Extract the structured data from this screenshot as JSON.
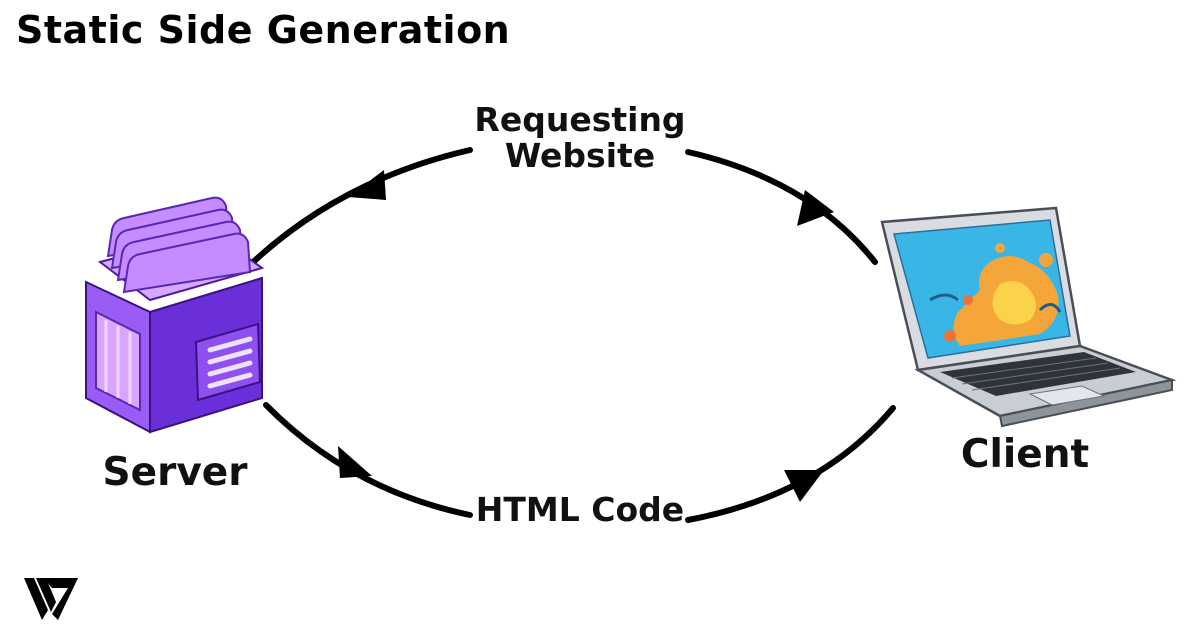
{
  "title": "Static Side Generation",
  "nodes": {
    "server": {
      "label": "Server",
      "icon": "server-box-icon"
    },
    "client": {
      "label": "Client",
      "icon": "laptop-icon"
    }
  },
  "edges": {
    "request": {
      "line1": "Requesting",
      "line2": "Website"
    },
    "response": {
      "label": "HTML Code"
    }
  },
  "colors": {
    "server_purple": "#7a3ff0",
    "server_light": "#c690ff",
    "screen_blue": "#3ab6e6",
    "splash_orange": "#f5a63a"
  },
  "logo": {
    "icon": "brand-logo-icon"
  }
}
